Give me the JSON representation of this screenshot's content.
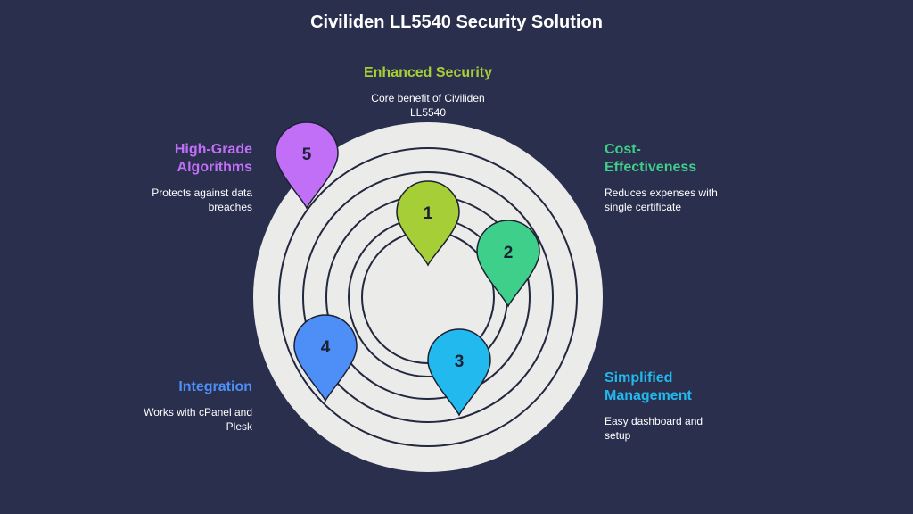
{
  "title": "Civiliden LL5540 Security Solution",
  "colors": {
    "background": "#2a2f4e",
    "circle_fill": "#ebebea",
    "ring_stroke": "#23283f"
  },
  "items": [
    {
      "number": "1",
      "heading": "Enhanced Security",
      "description": "Core benefit of Civiliden LL5540",
      "color": "#a6cf37"
    },
    {
      "number": "2",
      "heading": "Cost-Effectiveness",
      "description": "Reduces expenses with single certificate",
      "color": "#3ecf8a"
    },
    {
      "number": "3",
      "heading": "Simplified Management",
      "description": "Easy dashboard and setup",
      "color": "#21b9ee"
    },
    {
      "number": "4",
      "heading": "Integration",
      "description": "Works with cPanel and Plesk",
      "color": "#4d8ef7"
    },
    {
      "number": "5",
      "heading": "High-Grade Algorithms",
      "description": "Protects against data breaches",
      "color": "#c16ff7"
    }
  ]
}
